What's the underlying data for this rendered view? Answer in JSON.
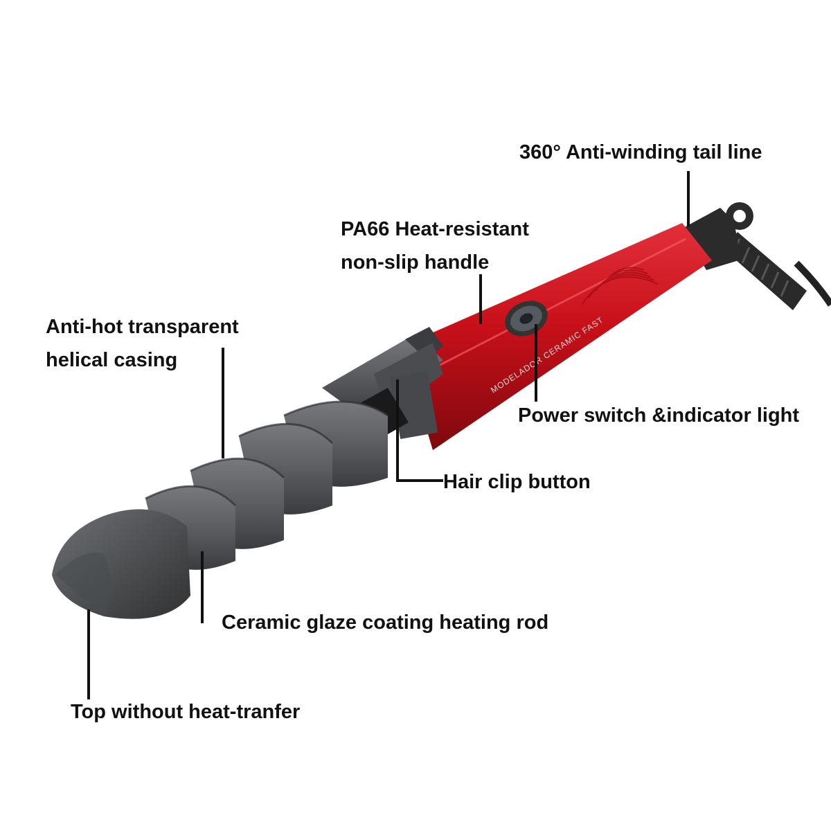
{
  "labels": {
    "tail_line": "360° Anti-winding tail line",
    "handle_line1": "PA66 Heat-resistant",
    "handle_line2": "non-slip handle",
    "casing_line1": "Anti-hot transparent",
    "casing_line2": "helical casing",
    "power_switch": "Power switch &indicator light",
    "hair_clip": "Hair clip button",
    "heating_rod": "Ceramic glaze coating heating rod",
    "top": "Top without heat-tranfer"
  },
  "product": {
    "brand_text": "MODELADOR CERAMIC FAST",
    "colors": {
      "body_red": "#c8101a",
      "body_dark_red": "#8e0a10",
      "casing_gray": "#5b5d60",
      "casing_dark": "#3d3f42",
      "rod_black": "#1a1a1a",
      "cord_black": "#222222"
    }
  }
}
